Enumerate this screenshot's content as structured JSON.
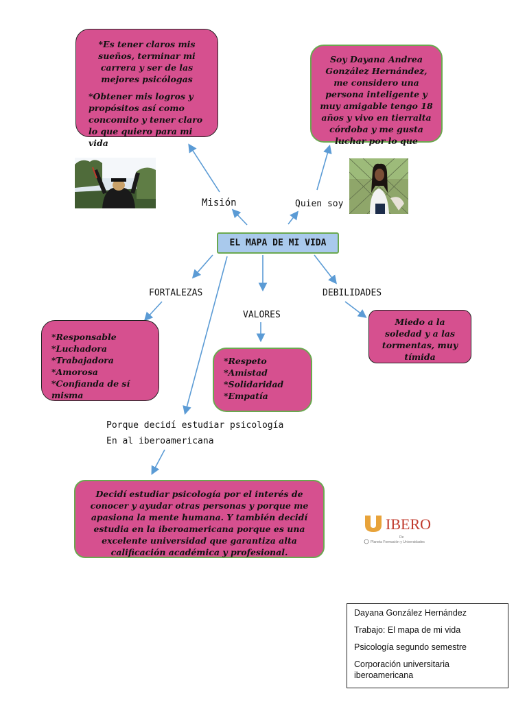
{
  "center_title": "EL MAPA DE MI VIDA",
  "labels": {
    "mision": "Misión",
    "quien_soy": "Quien soy",
    "fortalezas": "FORTALEZAS",
    "valores": "VALORES",
    "debilidades": "DEBILIDADES",
    "porque_line1": "Porque decidí estudiar psicología",
    "porque_line2": "En al iberoamericana"
  },
  "mision_box": {
    "p1": "*Es tener claros mis sueños, terminar mi carrera y ser de las mejores psicólogas",
    "p2": "*Obtener mis logros y propósitos así como concomito y tener claro lo que quiero para mi vida"
  },
  "quien_soy_box": {
    "text": "Soy Dayana Andrea González Hernández, me considero una persona inteligente y muy amigable tengo 18 años y vivo en tierralta córdoba y me gusta luchar por lo que"
  },
  "fortalezas_box": {
    "items": [
      "*Responsable",
      "*Luchadora",
      "*Trabajadora",
      "*Amorosa",
      "*Confianda de sí misma"
    ]
  },
  "valores_box": {
    "items": [
      "*Respeto",
      "*Amistad",
      "*Solidaridad",
      "*Empatía"
    ]
  },
  "debilidades_box": {
    "text": "Miedo a la soledad y a las tormentas, muy tímida"
  },
  "porque_box": {
    "text": "Decidí estudiar psicología por el interés de conocer y ayudar otras personas y porque me apasiona la mente humana.  Y también decidí estudia en la iberoamericana porque es una excelente universidad que garantiza alta calificación académica y profesional."
  },
  "logo": {
    "brand": "IBERO",
    "sub1": "De",
    "sub2": "Planeta Formación y Universidades"
  },
  "info_box": {
    "line1": "Dayana González Hernández",
    "line2": "Trabajo: El mapa de mi vida",
    "line3": "Psicología segundo semestre",
    "line4": "Corporación universitaria iberoamericana"
  },
  "colors": {
    "box_fill": "#d6508f",
    "title_fill": "#a9c9ec",
    "arrow": "#5b9bd5",
    "logo_orange": "#e8a33a",
    "logo_text": "#c0392b"
  }
}
